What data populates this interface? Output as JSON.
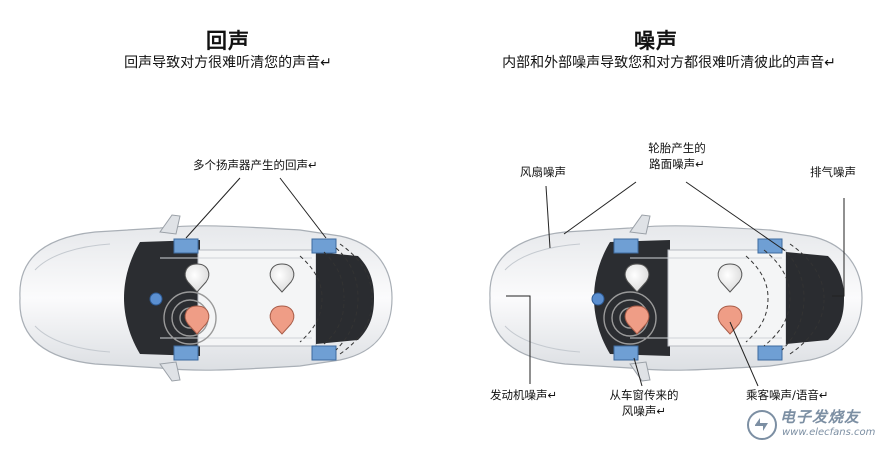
{
  "left": {
    "title": "回声",
    "subtitle": "回声导致对方很难听清您的声音↵",
    "callout_speakers": "多个扬声器产生的回声↵"
  },
  "right": {
    "title": "噪声",
    "subtitle": "内部和外部噪声导致您和对方都很难听清彼此的声音↵",
    "callout_fan": "风扇噪声",
    "callout_tire_l1": "轮胎产生的",
    "callout_tire_l2": "路面噪声↵",
    "callout_exhaust": "排气噪声",
    "callout_engine": "发动机噪声↵",
    "callout_window_l1": "从车窗传来的",
    "callout_window_l2": "风噪声↵",
    "callout_passenger": "乘客噪声/语音↵"
  },
  "watermark": {
    "logo_text": "电子发烧友",
    "url": "www.elecfans.com",
    "logo_icon": "elecfans-logo-icon"
  },
  "colors": {
    "speaker": "#6f9fd4",
    "driver_head": "#5b8fd0",
    "passenger_head": "#ef9d86"
  }
}
